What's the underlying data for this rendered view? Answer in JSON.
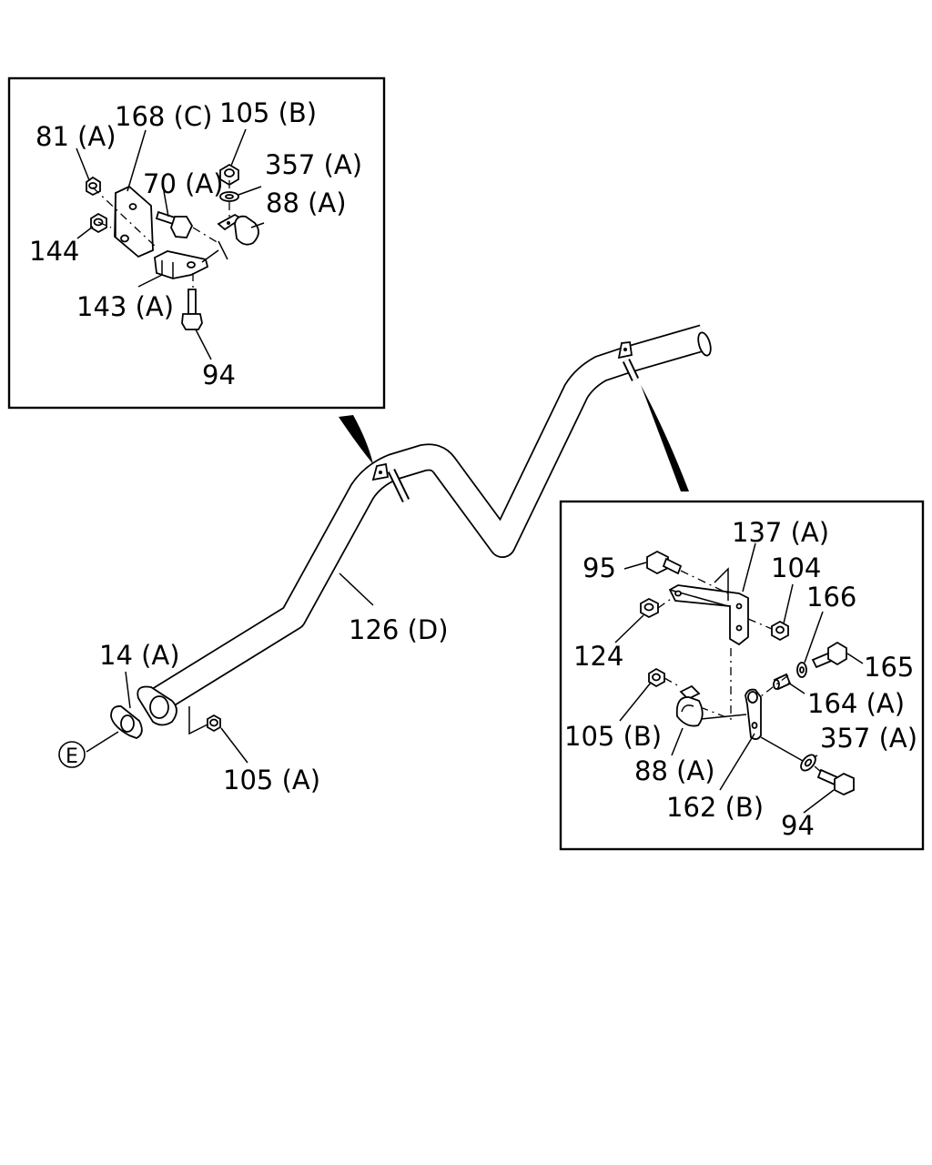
{
  "callouts": {
    "upper_left": {
      "p81a": "81 (A)",
      "p168c": "168 (C)",
      "p105b": "105 (B)",
      "p357a": "357 (A)",
      "p70a": "70 (A)",
      "p88a": "88 (A)",
      "p144": "144",
      "p143a": "143 (A)",
      "p94": "94"
    },
    "main": {
      "p126d": "126 (D)",
      "p14a": "14 (A)",
      "p105a": "105 (A)",
      "ref_e": "E"
    },
    "lower_right": {
      "p137a": "137 (A)",
      "p95": "95",
      "p104": "104",
      "p166": "166",
      "p124": "124",
      "p165": "165",
      "p164a": "164 (A)",
      "p105b": "105 (B)",
      "p357a": "357 (A)",
      "p88a": "88 (A)",
      "p162b": "162 (B)",
      "p94": "94"
    }
  }
}
